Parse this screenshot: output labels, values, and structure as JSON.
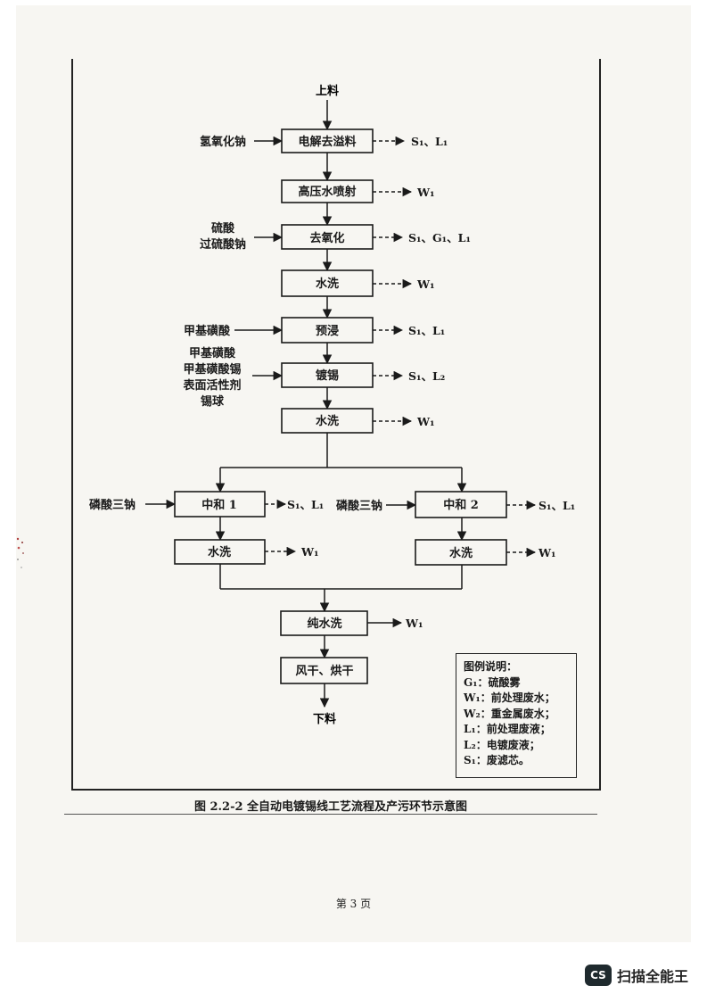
{
  "diagram": {
    "start_label": "上料",
    "end_label": "下料",
    "steps": {
      "s1": "电解去溢料",
      "s2": "高压水喷射",
      "s3": "去氧化",
      "s4": "水洗",
      "s5": "预浸",
      "s6": "镀锡",
      "s7": "水洗",
      "n1": "中和 1",
      "w1": "水洗",
      "n2": "中和 2",
      "w2": "水洗",
      "pure": "纯水洗",
      "dry": "风干、烘干"
    },
    "inputs": {
      "s1": "氢氧化钠",
      "s3": [
        "硫酸",
        "过硫酸钠"
      ],
      "s5": "甲基磺酸",
      "s6": [
        "甲基磺酸",
        "甲基磺酸锡",
        "表面活性剂",
        "锡球"
      ],
      "n1": "磷酸三钠",
      "n2": "磷酸三钠"
    },
    "outputs": {
      "s1": "S₁、L₁",
      "s2": "W₁",
      "s3": "S₁、G₁、L₁",
      "s4": "W₁",
      "s5": "S₁、L₁",
      "s6": "S₁、L₂",
      "s7": "W₁",
      "n1": "S₁、L₁",
      "w1": "W₁",
      "n2": "S₁、L₁",
      "w2": "W₁",
      "pure": "W₁"
    }
  },
  "legend": {
    "title": "图例说明：",
    "items": [
      "G₁：硫酸雾",
      "W₁：前处理废水；",
      "W₂：重金属废水；",
      "L₁：前处理废液；",
      "L₂：电镀废液；",
      "S₁：废滤芯。"
    ]
  },
  "caption": "图 2.2-2  全自动电镀锡线工艺流程及产污环节示意图",
  "page_number": "第 3 页",
  "brand": {
    "logo": "CS",
    "name": "扫描全能王"
  },
  "colors": {
    "ink": "#1a1a1a",
    "paper": "#f7f6f2"
  }
}
